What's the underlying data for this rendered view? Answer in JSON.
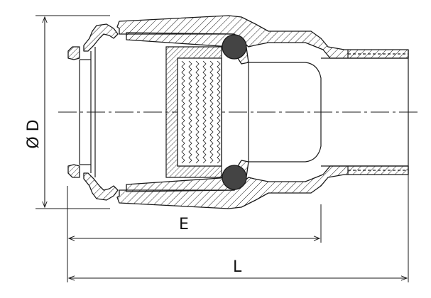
{
  "dimensions": {
    "diameter_label": "Ø D",
    "insertion_label": "E",
    "length_label": "L"
  },
  "colors": {
    "line": "#1a1a1a",
    "hatch": "#1a1a1a",
    "seal": "#444444",
    "background": "#ffffff"
  }
}
